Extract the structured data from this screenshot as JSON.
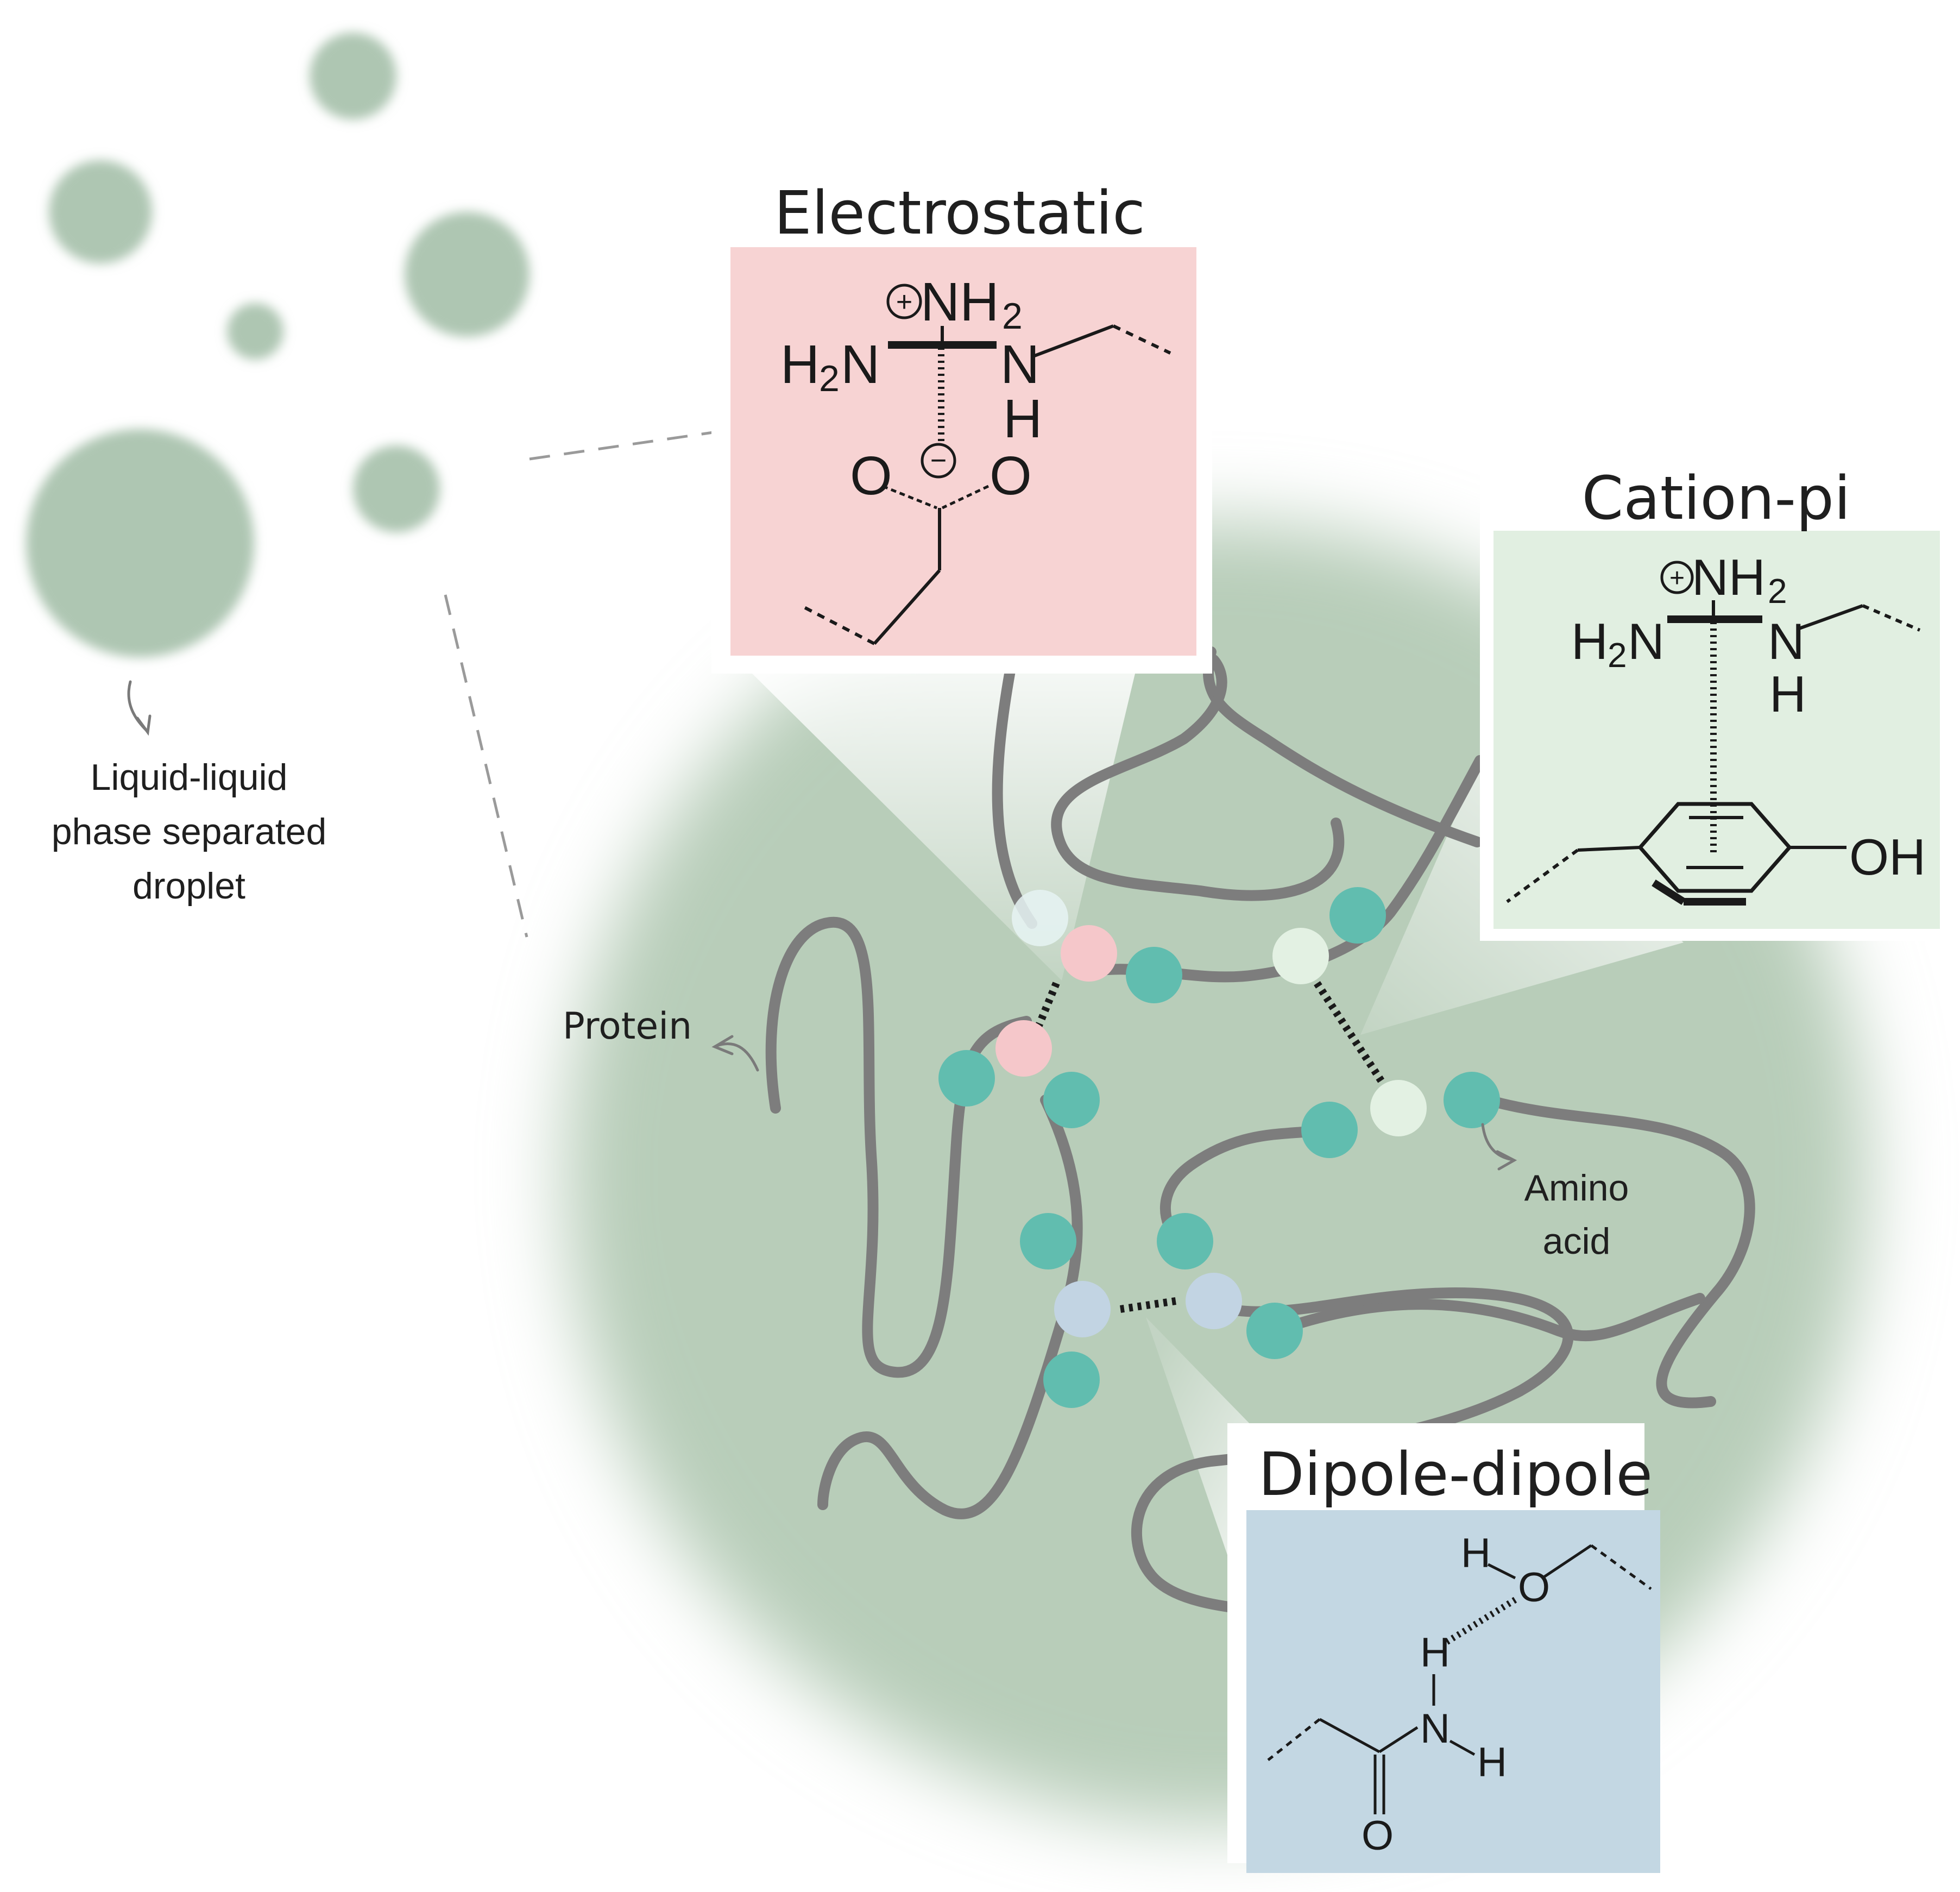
{
  "panels": {
    "electrostatic": {
      "title": "Electrostatic",
      "background": "#f7d3d3",
      "atoms": {
        "top_amine": "NH",
        "top_amine_sub": "2",
        "left_amine": "H",
        "left_amine_sub": "2",
        "left_amine_n": "N",
        "right_n": "N",
        "right_h": "H",
        "o_left": "O",
        "o_right": "O",
        "plus": "+",
        "minus": "−"
      }
    },
    "cation_pi": {
      "title": "Cation-pi",
      "background": "#e1efe1",
      "atoms": {
        "top_amine": "NH",
        "top_amine_sub": "2",
        "left_amine": "H",
        "left_amine_sub": "2",
        "left_amine_n": "N",
        "right_n": "N",
        "right_h": "H",
        "hydroxyl": "OH",
        "plus": "+"
      }
    },
    "dipole_dipole": {
      "title": "Dipole-dipole",
      "background": "#c3d7e3",
      "atoms": {
        "h_top": "H",
        "o_top": "O",
        "h_mid": "H",
        "n": "N",
        "h_right": "H",
        "o_bottom": "O"
      }
    }
  },
  "labels": {
    "droplet": [
      "Liquid-liquid",
      "phase separated",
      "droplet"
    ],
    "protein": "Protein",
    "amino_acid": [
      "Amino",
      "acid"
    ]
  },
  "colors": {
    "droplet_fill": "#b8cdb9",
    "small_droplets": "#aec6b2",
    "protein_chain": "#7d7d7d",
    "amino_acid_teal": "#61bdaf",
    "amino_acid_pink": "#f5c7ca",
    "amino_acid_pale_green": "#e3f1e3",
    "amino_acid_light_blue": "#c2d4e3",
    "bond_dash": "#1a1a1a"
  }
}
